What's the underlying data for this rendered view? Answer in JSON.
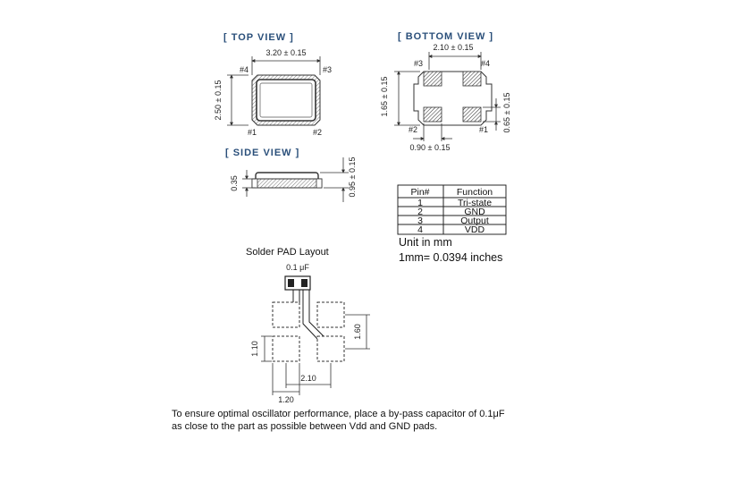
{
  "top_view": {
    "title": "[ TOP VIEW ]",
    "width_dim": "3.20 ± 0.15",
    "height_dim": "2.50 ± 0.15",
    "pins": [
      "#4",
      "#3",
      "#1",
      "#2"
    ]
  },
  "bottom_view": {
    "title": "[ BOTTOM  VIEW ]",
    "pad_pitch_dim": "2.10 ± 0.15",
    "height_dim": "1.65 ± 0.15",
    "pad_height_dim": "0.65 ± 0.15",
    "pad_width_dim": "0.90 ± 0.15",
    "pins": [
      "#3",
      "#4",
      "#2",
      "#1"
    ]
  },
  "side_view": {
    "title": "[ SIDE VIEW ]",
    "thickness_dim": "0.35",
    "height_dim": "0.95 ± 0.15"
  },
  "pin_table": {
    "headers": [
      "Pin#",
      "Function"
    ],
    "rows": [
      [
        "1",
        "Tri-state"
      ],
      [
        "2",
        "GND"
      ],
      [
        "3",
        "Output"
      ],
      [
        "4",
        "VDD"
      ]
    ]
  },
  "units": {
    "unit_text": "Unit in mm",
    "conversion_text": "1mm= 0.0394 inches"
  },
  "solder_pad": {
    "title": "Solder PAD Layout",
    "capacitor_label": "0.1 μF",
    "dim_pad_height": "1.10",
    "dim_row_span": "1.60",
    "dim_col_span": "2.10",
    "dim_pad_width": "1.20"
  },
  "note": {
    "line1": "To ensure optimal oscillator performance, place a by-pass capacitor of 0.1μF",
    "line2": "as close to the part as possible between Vdd and GND pads."
  }
}
